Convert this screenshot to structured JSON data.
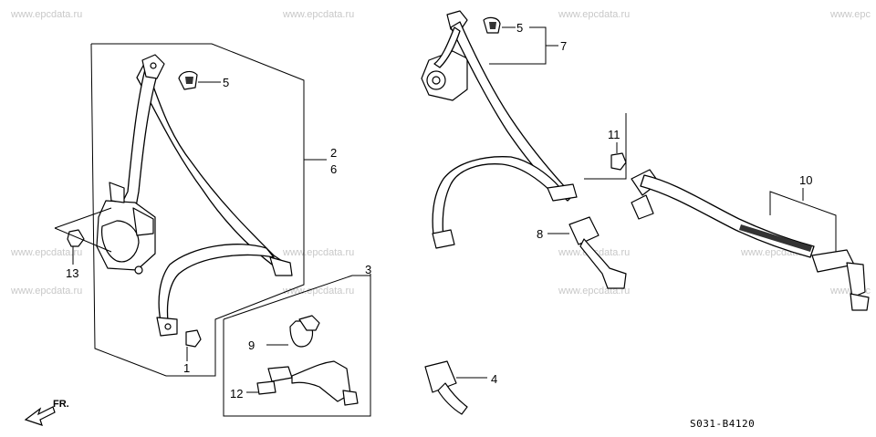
{
  "watermark": {
    "text": "www.epcdata.ru",
    "text_cut": "www.epc"
  },
  "diagram_code": "S031-B4120",
  "front_indicator": "FR.",
  "callouts": [
    {
      "id": "c1",
      "label": "1"
    },
    {
      "id": "c2",
      "label": "2"
    },
    {
      "id": "c3",
      "label": "3"
    },
    {
      "id": "c4",
      "label": "4"
    },
    {
      "id": "c5a",
      "label": "5"
    },
    {
      "id": "c5b",
      "label": "5"
    },
    {
      "id": "c6",
      "label": "6"
    },
    {
      "id": "c7",
      "label": "7"
    },
    {
      "id": "c8",
      "label": "8"
    },
    {
      "id": "c9",
      "label": "9"
    },
    {
      "id": "c10",
      "label": "10"
    },
    {
      "id": "c11",
      "label": "11"
    },
    {
      "id": "c12",
      "label": "12"
    },
    {
      "id": "c13",
      "label": "13"
    }
  ]
}
